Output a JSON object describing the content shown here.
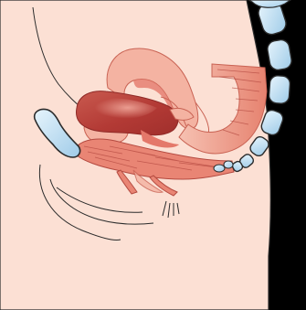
{
  "illustration": {
    "colors": {
      "background": "#000000",
      "body_fill": "#fce0d4",
      "body_outline": "#2b2b2b",
      "bone_fill": "#bfe0f4",
      "bone_outline": "#2b2b2b",
      "organ_dark": "#c4423c",
      "organ_mid": "#e4786a",
      "organ_light": "#f4b3a2",
      "muscle_fill": "#e98574",
      "muscle_stripe": "#b44a40"
    },
    "structures": [
      "sacrum-coccyx",
      "pubic-bone",
      "uterus",
      "bladder",
      "intestine-loop",
      "rectum",
      "pelvic-floor-muscles"
    ]
  }
}
